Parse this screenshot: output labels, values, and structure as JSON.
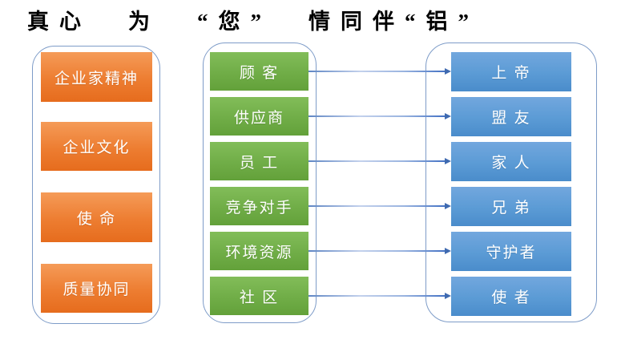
{
  "title": {
    "parts": [
      "真心",
      "为",
      "“您”",
      "情同伴“铝”"
    ],
    "full_text": "真心 为 “您” 情同伴“铝”"
  },
  "columns": {
    "left": {
      "color": "#ED7D31",
      "items": [
        "企业家精神",
        "企业文化",
        "使 命",
        "质量协同"
      ]
    },
    "middle": {
      "color": "#70AD47",
      "items": [
        "顾 客",
        "供应商",
        "员 工",
        "竞争对手",
        "环境资源",
        "社 区"
      ]
    },
    "right": {
      "color": "#5B9BD5",
      "items": [
        "上 帝",
        "盟 友",
        "家 人",
        "兄 弟",
        "守护者",
        "使 者"
      ]
    }
  },
  "connections": [
    {
      "from": "顾 客",
      "to": "上 帝"
    },
    {
      "from": "供应商",
      "to": "盟 友"
    },
    {
      "from": "员 工",
      "to": "家 人"
    },
    {
      "from": "竞争对手",
      "to": "兄 弟"
    },
    {
      "from": "环境资源",
      "to": "守护者"
    },
    {
      "from": "社 区",
      "to": "使 者"
    }
  ],
  "colors": {
    "orange_accent": "#ED7D31",
    "green_accent": "#70AD47",
    "blue_accent": "#5B9BD5",
    "container_border": "#7E9CC8",
    "arrow": "#4472C4",
    "title_text": "#000000",
    "box_text": "#FFFFFF",
    "background": "#FFFFFF"
  }
}
